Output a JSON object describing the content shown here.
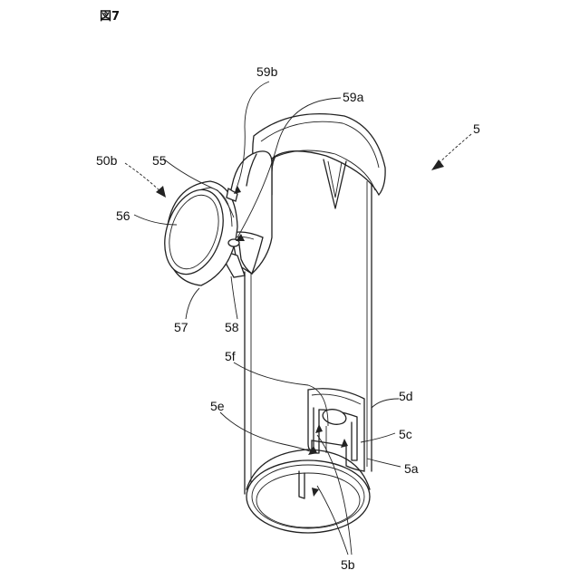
{
  "figure_title": "図7",
  "labels": {
    "l_5": "5",
    "l_50b": "50b",
    "l_55": "55",
    "l_56": "56",
    "l_57": "57",
    "l_58": "58",
    "l_59a": "59a",
    "l_59b": "59b",
    "l_5a": "5a",
    "l_5b": "5b",
    "l_5c": "5c",
    "l_5d": "5d",
    "l_5e": "5e",
    "l_5f": "5f"
  }
}
